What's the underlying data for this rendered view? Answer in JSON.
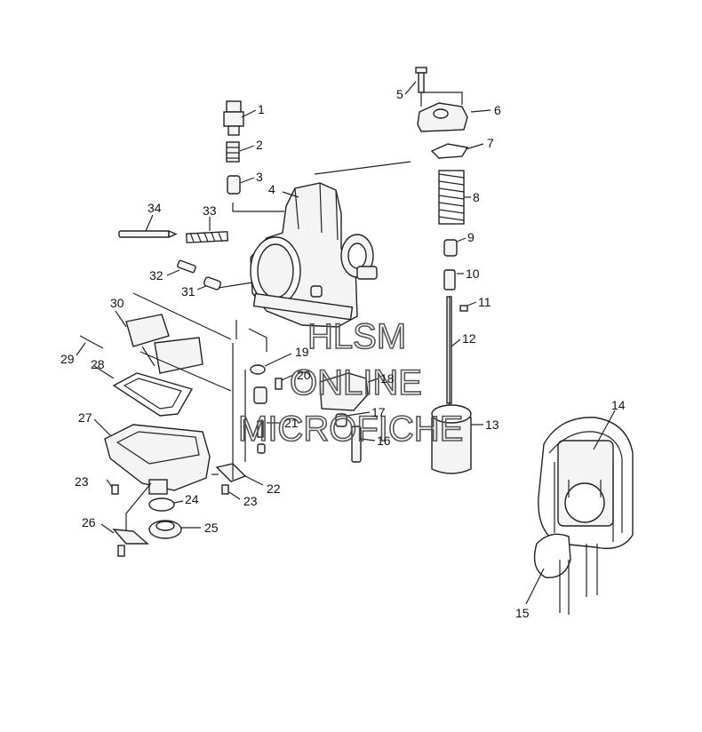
{
  "watermark": {
    "line1": "HLSM",
    "line2": "ONLINE",
    "line3": "MICROFICHE"
  },
  "callouts": [
    "1",
    "2",
    "3",
    "4",
    "5",
    "6",
    "7",
    "8",
    "9",
    "10",
    "11",
    "12",
    "13",
    "14",
    "15",
    "16",
    "17",
    "18",
    "19",
    "20",
    "21",
    "22",
    "23",
    "24",
    "25",
    "26",
    "27",
    "28",
    "29",
    "30",
    "31",
    "32",
    "33",
    "34"
  ],
  "callout_23_second": "23"
}
